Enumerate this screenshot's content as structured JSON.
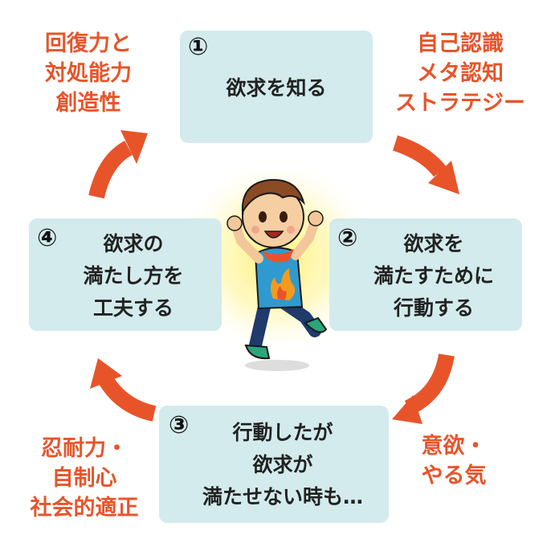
{
  "steps": [
    {
      "number": "①",
      "lines": [
        "欲求を知る"
      ]
    },
    {
      "number": "②",
      "lines": [
        "欲求を",
        "満たすために",
        "行動する"
      ]
    },
    {
      "number": "③",
      "lines": [
        "行動したが",
        "欲求が",
        "満たせない時も…"
      ]
    },
    {
      "number": "④",
      "lines": [
        "欲求の",
        "満たし方を",
        "工夫する"
      ]
    }
  ],
  "notes": {
    "top_left": [
      "回復力と",
      "対処能力",
      "創造性"
    ],
    "top_right": [
      "自己認識",
      "メタ認知",
      "ストラテジー"
    ],
    "bottom_right": [
      "意欲・",
      "やる気"
    ],
    "bottom_left": [
      "忍耐力・",
      "自制心",
      "社会的適正"
    ]
  },
  "colors": {
    "box_fill": "#d3ebec",
    "arrow": "#e8542a",
    "note_text": "#e8542a",
    "glow": "#fff6a8"
  },
  "icons": [
    "circular-arrow-icon",
    "happy-boy-illustration"
  ]
}
